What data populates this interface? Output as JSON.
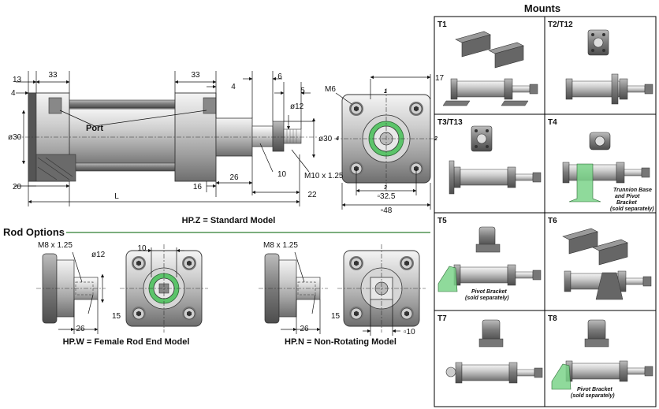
{
  "mounts": {
    "title": "Mounts",
    "cells": [
      {
        "label": "T1"
      },
      {
        "label": "T2/T12"
      },
      {
        "label": "T3/T13"
      },
      {
        "label": "T4",
        "note": "Trunnion Base and Pivot Bracket (sold separately)"
      },
      {
        "label": "T5",
        "note": "Pivot Bracket (sold separately)"
      },
      {
        "label": "T6"
      },
      {
        "label": "T7"
      },
      {
        "label": "T8",
        "note": "Pivot Bracket (sold separately)"
      }
    ],
    "colors": {
      "accent": "#5cc46a",
      "grid": "#000000"
    }
  },
  "standard": {
    "caption": "HP.Z = Standard Model",
    "port_label": "Port",
    "dims": {
      "d13": "13",
      "d33a": "33",
      "d33b": "33",
      "d4a": "4",
      "d4b": "4",
      "d6": "6",
      "d5": "5",
      "d12": "ø12",
      "d30a": "ø30",
      "d30b": "ø30",
      "d20": "20",
      "dL": "L",
      "d16": "16",
      "d26": "26",
      "d10": "10",
      "d22": "22",
      "thread": "M10 x 1.25",
      "m6": "M6",
      "d17": "17",
      "d32": "▫32.5",
      "d48": "▫48",
      "c1": "1",
      "c2": "2",
      "c3": "3",
      "c4": "4"
    }
  },
  "rod_options": {
    "title": "Rod Options",
    "female": {
      "caption": "HP.W = Female Rod End Model",
      "thread": "M8 x 1.25",
      "d12": "ø12",
      "d10": "10",
      "d26": "26",
      "d15": "15"
    },
    "nonrot": {
      "caption": "HP.N = Non-Rotating Model",
      "thread": "M8 x 1.25",
      "d26": "26",
      "d15": "15",
      "d10": "▫10"
    }
  }
}
